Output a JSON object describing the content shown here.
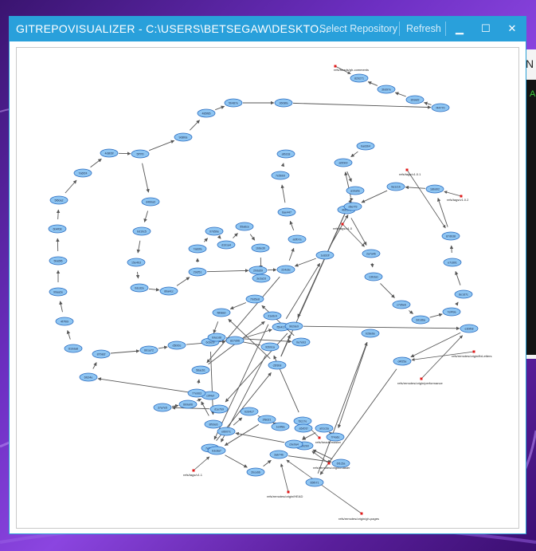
{
  "window": {
    "title": "GITREPOVISUALIZER - C:\\USERS\\BETSEGAW\\DESKTO...",
    "menu": {
      "select_repo": "Select Repository",
      "refresh": "Refresh"
    },
    "controls": {
      "minimize": "▁",
      "maximize": "☐",
      "close": "✕"
    }
  },
  "background_window": {
    "partial_text": "N",
    "green_text": "A"
  },
  "colors": {
    "titlebar": "#29a0db",
    "node_fill": "#8ec5f2",
    "node_stroke": "#2a6cc0",
    "ref_marker": "#e01818",
    "edge": "#555555"
  },
  "graph": {
    "nodes": [
      {
        "id": "n1",
        "label": "829271"
      },
      {
        "id": "n2",
        "label": "3bd97e"
      },
      {
        "id": "n3",
        "label": "3b9af2"
      },
      {
        "id": "n4",
        "label": "f44770"
      },
      {
        "id": "n5",
        "label": "3608fa"
      },
      {
        "id": "n6",
        "label": "5b487e"
      },
      {
        "id": "n7",
        "label": "485f85"
      },
      {
        "id": "n8",
        "label": "9d8fde"
      },
      {
        "id": "n9",
        "label": "5ff7f0"
      },
      {
        "id": "n10",
        "label": "4d8b5f"
      },
      {
        "id": "n11",
        "label": "7a6f24"
      },
      {
        "id": "n12",
        "label": "5f60a2"
      },
      {
        "id": "n13",
        "label": "6b4f08"
      },
      {
        "id": "n14",
        "label": "5ba5f6"
      },
      {
        "id": "n15",
        "label": "99aa2e"
      },
      {
        "id": "n16",
        "label": "4f7f09"
      },
      {
        "id": "n17",
        "label": "61bda8"
      },
      {
        "id": "n18",
        "label": "d4bba3"
      },
      {
        "id": "n19",
        "label": "bd10c5"
      },
      {
        "id": "n20",
        "label": "15e4b3"
      },
      {
        "id": "n21",
        "label": "0dcd2e"
      },
      {
        "id": "n22",
        "label": "89a4cc"
      },
      {
        "id": "n23",
        "label": "29cf51"
      },
      {
        "id": "n24",
        "label": "7a83fa"
      },
      {
        "id": "n25",
        "label": "07d50e"
      },
      {
        "id": "n26",
        "label": "d1b1a4"
      },
      {
        "id": "n27",
        "label": "55a6ce"
      },
      {
        "id": "n28",
        "label": "1b6e30"
      },
      {
        "id": "n29",
        "label": "3e3a2d"
      },
      {
        "id": "n30",
        "label": "20da59"
      },
      {
        "id": "n31",
        "label": "224c6c"
      },
      {
        "id": "n32",
        "label": "a0fb7a"
      },
      {
        "id": "n33",
        "label": "6ae447"
      },
      {
        "id": "n34",
        "label": "7e5bb9"
      },
      {
        "id": "n35",
        "label": "afb2c8"
      },
      {
        "id": "n36",
        "label": "bad3b4"
      },
      {
        "id": "n37",
        "label": "af2bb0"
      },
      {
        "id": "n38",
        "label": "a1ba0e"
      },
      {
        "id": "n39",
        "label": "4bb17a"
      },
      {
        "id": "n40",
        "label": "2a7a4b"
      },
      {
        "id": "n41",
        "label": "13b3a1"
      },
      {
        "id": "n42",
        "label": "c7d5e6"
      },
      {
        "id": "n43",
        "label": "3d1d6a"
      },
      {
        "id": "n44",
        "label": "7ef49a"
      },
      {
        "id": "n45",
        "label": "8e1d7c"
      },
      {
        "id": "n46",
        "label": "e7c891"
      },
      {
        "id": "n47",
        "label": "87db38"
      },
      {
        "id": "n48",
        "label": "18bd02"
      },
      {
        "id": "n49",
        "label": "9a1c1b"
      },
      {
        "id": "n50",
        "label": "d6e7f3"
      },
      {
        "id": "n51",
        "label": "1e82df"
      },
      {
        "id": "n52",
        "label": "f5b417"
      },
      {
        "id": "n53",
        "label": "827d96"
      },
      {
        "id": "n54",
        "label": "d5bf2e"
      },
      {
        "id": "n55",
        "label": "6b1a72"
      },
      {
        "id": "n56",
        "label": "87b8cf"
      },
      {
        "id": "n57",
        "label": "6fc04e"
      },
      {
        "id": "n58",
        "label": "c9f4ef"
      },
      {
        "id": "n59",
        "label": "6b9a06"
      },
      {
        "id": "n60",
        "label": "37a7e5"
      },
      {
        "id": "n61",
        "label": "d1e7b9"
      },
      {
        "id": "n62",
        "label": "9b2de9"
      },
      {
        "id": "n63",
        "label": "c5f3b8"
      },
      {
        "id": "n64",
        "label": "7e5eb9"
      },
      {
        "id": "n65",
        "label": "31e6c4"
      },
      {
        "id": "n66",
        "label": "56ac61"
      },
      {
        "id": "n67",
        "label": "77eb63"
      },
      {
        "id": "n68",
        "label": "8f93e6"
      },
      {
        "id": "n69",
        "label": "6d3e5f"
      },
      {
        "id": "n70",
        "label": "f8b8a0"
      },
      {
        "id": "n71",
        "label": "79d5e8"
      },
      {
        "id": "n72",
        "label": "0e7eb3"
      },
      {
        "id": "n73",
        "label": "b9a1d8"
      },
      {
        "id": "n74",
        "label": "92b0ca"
      },
      {
        "id": "n75",
        "label": "f3c17e"
      },
      {
        "id": "n76",
        "label": "a5d01f"
      },
      {
        "id": "n77",
        "label": "c3b2b0"
      },
      {
        "id": "n78",
        "label": "6f1c5a"
      },
      {
        "id": "n79",
        "label": "3ab74b"
      },
      {
        "id": "n80",
        "label": "2bce66"
      },
      {
        "id": "n81",
        "label": "b3c8a7"
      },
      {
        "id": "n82",
        "label": "2f8d21"
      },
      {
        "id": "n83",
        "label": "1e9f8a"
      },
      {
        "id": "n84",
        "label": "b2d4c7"
      },
      {
        "id": "n85",
        "label": "e6b07c"
      },
      {
        "id": "n86",
        "label": "cbe9a4"
      },
      {
        "id": "n87",
        "label": "a91c3a"
      },
      {
        "id": "n88",
        "label": "f74a6c"
      },
      {
        "id": "n89",
        "label": "b28e6e"
      },
      {
        "id": "n90",
        "label": "65fb71"
      },
      {
        "id": "n91",
        "label": "d4f25e"
      },
      {
        "id": "n92",
        "label": "e3bfb8"
      }
    ],
    "refs": [
      {
        "label": "refs/heads/gh-comments"
      },
      {
        "label": "refs/tags/v1.0.1"
      },
      {
        "label": "refs/tags/v1.0.2"
      },
      {
        "label": "refs/tags/v1.0"
      },
      {
        "label": "refs/remotes/origin/fixLetters"
      },
      {
        "label": "refs/remotes/origin/performance"
      },
      {
        "label": "refs/heads/master"
      },
      {
        "label": "refs/remotes/origin/master"
      },
      {
        "label": "refs/tags/v1.1"
      },
      {
        "label": "refs/remotes/origin/HEAD"
      },
      {
        "label": "refs/remotes/origin/gh-pages"
      }
    ]
  }
}
